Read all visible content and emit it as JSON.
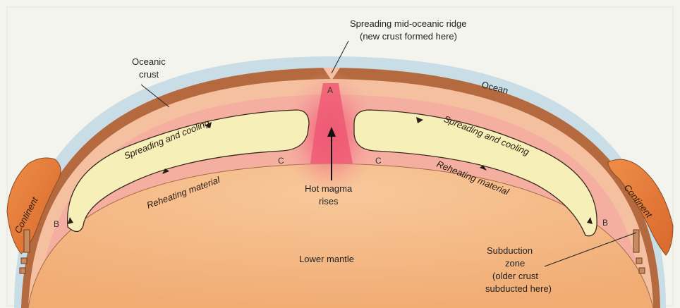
{
  "labels": {
    "ridge_line1": "Spreading mid-oceanic ridge",
    "ridge_line2": "(new crust formed here)",
    "oceanic_crust_line1": "Oceanic",
    "oceanic_crust_line2": "crust",
    "ocean": "Ocean",
    "spreading_left": "Spreading and cooling",
    "spreading_right": "Spreading and cooling",
    "reheating_left": "Reheating material",
    "reheating_right": "Reheating material",
    "continent_left": "Continent",
    "continent_right": "Continent",
    "hot_magma_line1": "Hot magma",
    "hot_magma_line2": "rises",
    "lower_mantle": "Lower mantle",
    "subduction_line1": "Subduction",
    "subduction_line2": "zone",
    "subduction_line3": "(older crust",
    "subduction_line4": "subducted here)"
  },
  "points": {
    "a": "A",
    "b_left": "B",
    "b_right": "B",
    "c_left": "C",
    "c_right": "C"
  },
  "colors": {
    "ocean": "#c9dde6",
    "crust": "#b46a3e",
    "upper_mantle": "#f5bd96",
    "hot_zone": "#f06478",
    "convection_cell": "#f7efb8",
    "lower_mantle": "#f3b07a",
    "continent": "#e87a36"
  }
}
